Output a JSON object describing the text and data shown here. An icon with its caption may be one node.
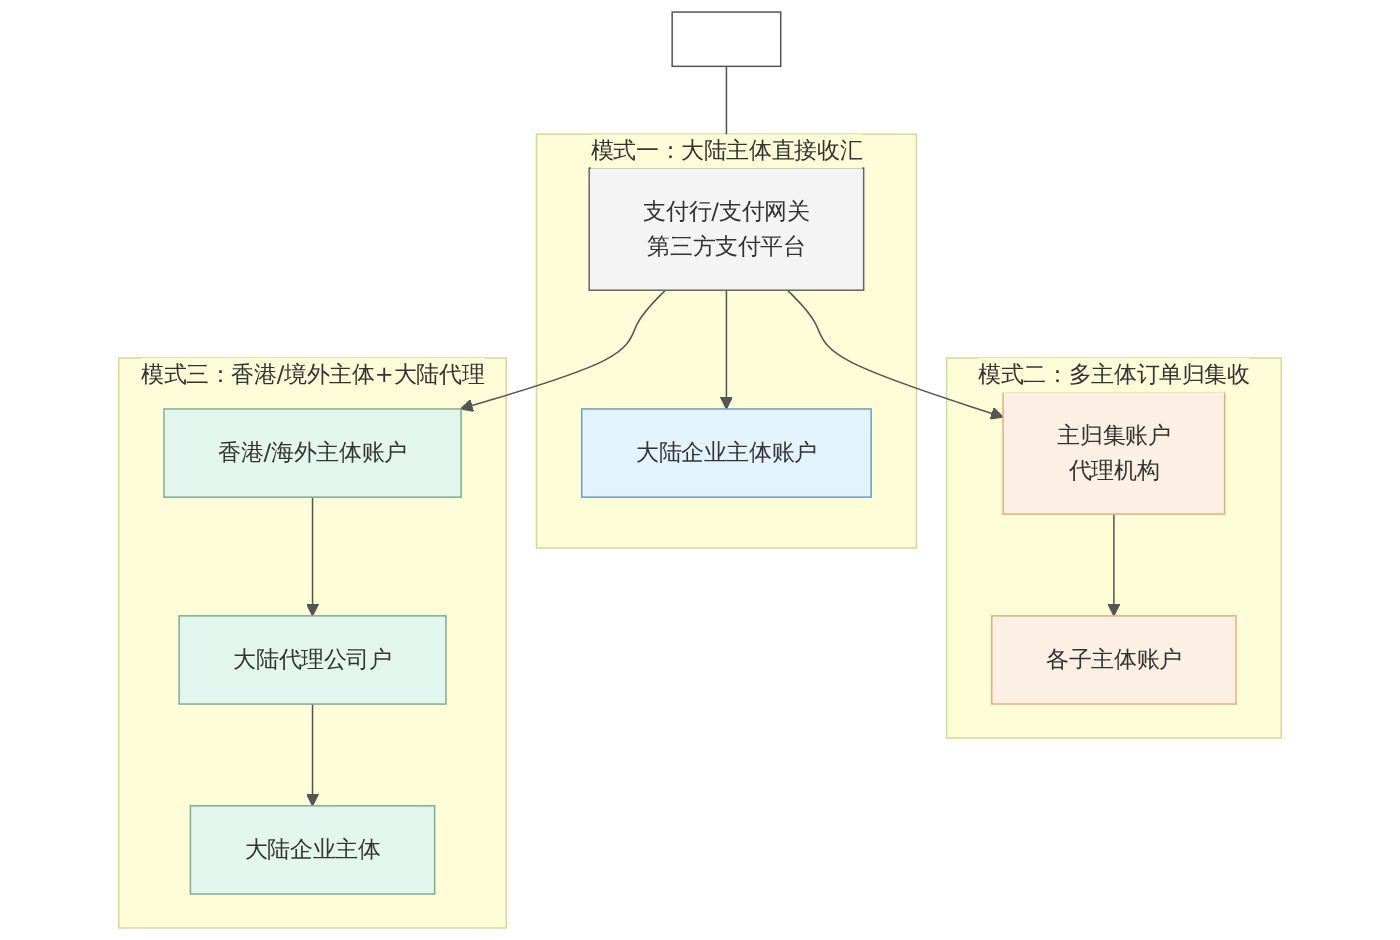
{
  "diagram": {
    "nodes": [
      {
        "text": [],
        "shape": "box"
      },
      {
        "text": [
          "模式一：大陆主体直接收汇"
        ]
      },
      {
        "text": [
          "支付行/支付网关",
          "第三方支付平台"
        ],
        "in": 1
      },
      {
        "text": [
          "大陆企业主体账户"
        ],
        "in": 1
      },
      {
        "text": [
          "模式三：香港/境外主体+大陆代理"
        ]
      },
      {
        "text": [
          "香港/海外主体账户"
        ],
        "in": 4
      },
      {
        "text": [
          "大陆代理公司户"
        ],
        "in": 4
      },
      {
        "text": [
          "大陆企业主体"
        ],
        "in": 4
      },
      {
        "text": [
          "模式二：多主体订单归集收"
        ]
      },
      {
        "text": [
          "主归集账户",
          "代理机构"
        ],
        "in": 8
      },
      {
        "text": [
          "各子主体账户"
        ],
        "in": 8
      }
    ],
    "edges": [
      {
        "from": 0,
        "to": 2,
        "arrow": "to"
      },
      {
        "from": 2,
        "to": 5,
        "arrow": "to"
      },
      {
        "from": 2,
        "to": 3,
        "arrow": "to"
      },
      {
        "from": 2,
        "to": 9,
        "arrow": "to"
      },
      {
        "from": 5,
        "to": 6,
        "arrow": "to"
      },
      {
        "from": 6,
        "to": 7,
        "arrow": "to"
      },
      {
        "from": 9,
        "to": 10,
        "arrow": "to"
      }
    ]
  }
}
